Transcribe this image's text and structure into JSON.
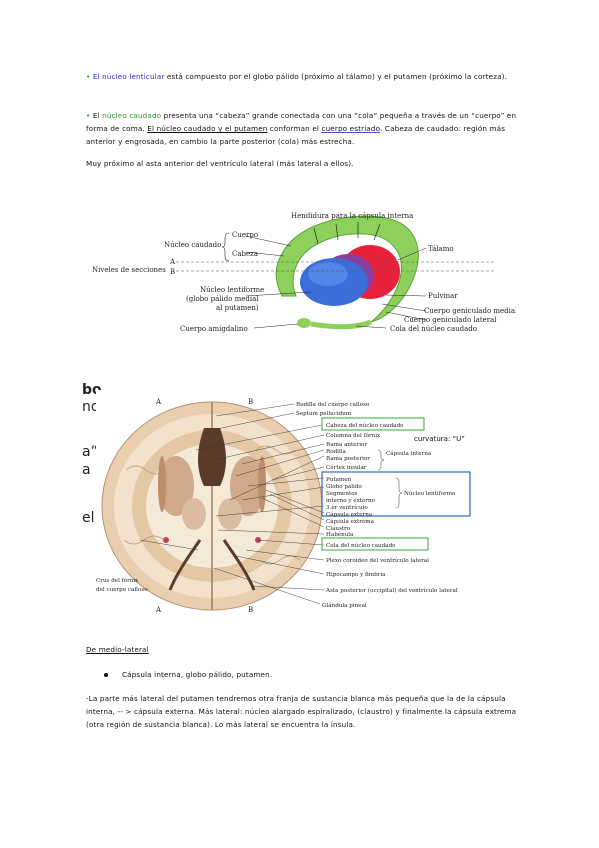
{
  "para1": {
    "bullet": "•",
    "term": "El núcleo lenticular",
    "rest": "está compuesto por el globo pálido (próximo al tálamo) y el putamen (próximo la corteza)."
  },
  "para2": {
    "bullet": "•",
    "pre": "El",
    "term": "núcleo caudado",
    "rest1": "presenta una “cabeza” grande conectada con una “cola” pequeña a través de un “cuerpo” en forma de coma.",
    "underlined": "El núcleo caudado y el putamen",
    "mid": "conforman el",
    "underlined2": "cuerpo estriado",
    "rest2": ". Cabeza de caudado: región más anterior y engrosada, en cambio la parte posterior (cola) más estrecha."
  },
  "para3": "Muy próximo al asta anterior del ventrículo lateral (más lateral a ellos).",
  "figure1": {
    "labels": {
      "hendidura": "Hendidura para la cápsula interna",
      "cuerpo": "Cuerpo",
      "nucleo_caudado": "Núcleo caudado",
      "cabeza": "Cabeza",
      "talamo": "Tálamo",
      "niveles": "Niveles de secciones",
      "a": "A",
      "b": "B",
      "lentiforme1": "Núcleo lentiforme",
      "lentiforme2": "(globo pálido medial",
      "lentiforme3": "al putamen)",
      "pulvinar": "Pulvinar",
      "geniculado_medial": "Cuerpo geniculado medial",
      "geniculado_lateral": "Cuerpo geniculado lateral",
      "amigdalino": "Cuerpo amigdalino",
      "cola": "Cola del núcleo caudado"
    }
  },
  "figure2": {
    "side_text": [
      "bo",
      "no",
      "a”",
      "a",
      "el"
    ],
    "labels": {
      "a_left": "A",
      "b_left": "B",
      "a_right": "A",
      "b_right": "B",
      "rodilla_calloso": "Rodilla del cuerpo calloso",
      "septum": "Septum pellucidum",
      "cabeza_caudado": "Cabeza del núcleo caudado",
      "columna_fornix": "Columna del fórnix",
      "curvatura": "curvatura: “U”",
      "rama_anterior": "Rama anterior",
      "rodilla": "Rodilla",
      "rama_posterior": "Rama posterior",
      "capsula_interna": "Cápsula interna",
      "cortex_insular": "Córtex insular",
      "putamen": "Putamen",
      "globo_palido": "Globo pálido",
      "segmentos": "Segmentos",
      "interno_externo": "interno y externo",
      "nucleo_lentiforme": "Núcleo lentiforme",
      "ventriculo3": "3.er ventrículo",
      "capsula_externa": "Cápsula externa",
      "capsula_extrema": "Cápsula extrema",
      "claustro": "Claustro",
      "habenula": "Habénula",
      "cola_caudado": "Cola del núcleo caudado",
      "plexo": "Plexo coroideo del ventrículo lateral",
      "hipocampo": "Hipocampo y fimbria",
      "asta_posterior": "Asta posterior (occipital) del ventrículo lateral",
      "glandula_pineal": "Glándula pineal",
      "crus1": "Crus del fórnix",
      "crus2": "del cuerpo calloso"
    }
  },
  "heading": "De medio-lateral",
  "list_item": "Cápsula interna, globo pálido, putamen.",
  "para4": "-La parte más lateral del putamen tendremos otra franja de sustancia blanca más pequeña que la de la cápsula interna, -- > cápsula externa. Más lateral: núcleo alargado espiralizado, (claustro) y finalmente la cápsula extrema (otra región de sustancia blanca). Lo más lateral se encuentra la ínsula.",
  "colors": {
    "blue_term": "#2b2bd8",
    "green_term": "#2a9a2a",
    "box_green": "#5cb85c",
    "box_blue": "#2b6cc4"
  }
}
